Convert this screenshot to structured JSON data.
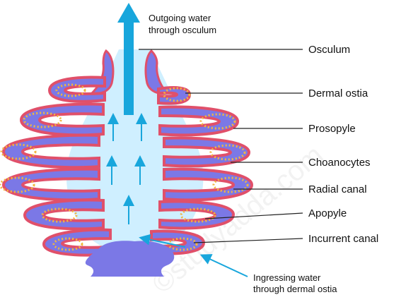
{
  "diagram": {
    "labels": [
      {
        "id": "osculum",
        "text": "Osculum"
      },
      {
        "id": "dermal-ostia",
        "text": "Dermal ostia"
      },
      {
        "id": "prosopyle",
        "text": "Prosopyle"
      },
      {
        "id": "choanocytes",
        "text": "Choanocytes"
      },
      {
        "id": "radial-canal",
        "text": "Radial canal"
      },
      {
        "id": "apopyle",
        "text": "Apopyle"
      },
      {
        "id": "incurrent-canal",
        "text": "Incurrent canal"
      }
    ],
    "outgoing_note": [
      "Outgoing water",
      "through osculum"
    ],
    "ingressing_note": [
      "Ingressing water",
      "through dermal ostia"
    ],
    "watermark": "©studyadda.com",
    "colors": {
      "cavity": "#cfefff",
      "canal_wall": "#7b78e6",
      "outer_layer": "#e0506a",
      "choanocyte": "#f2b640",
      "arrow": "#18a6dc",
      "leader_line": "#222222"
    }
  }
}
